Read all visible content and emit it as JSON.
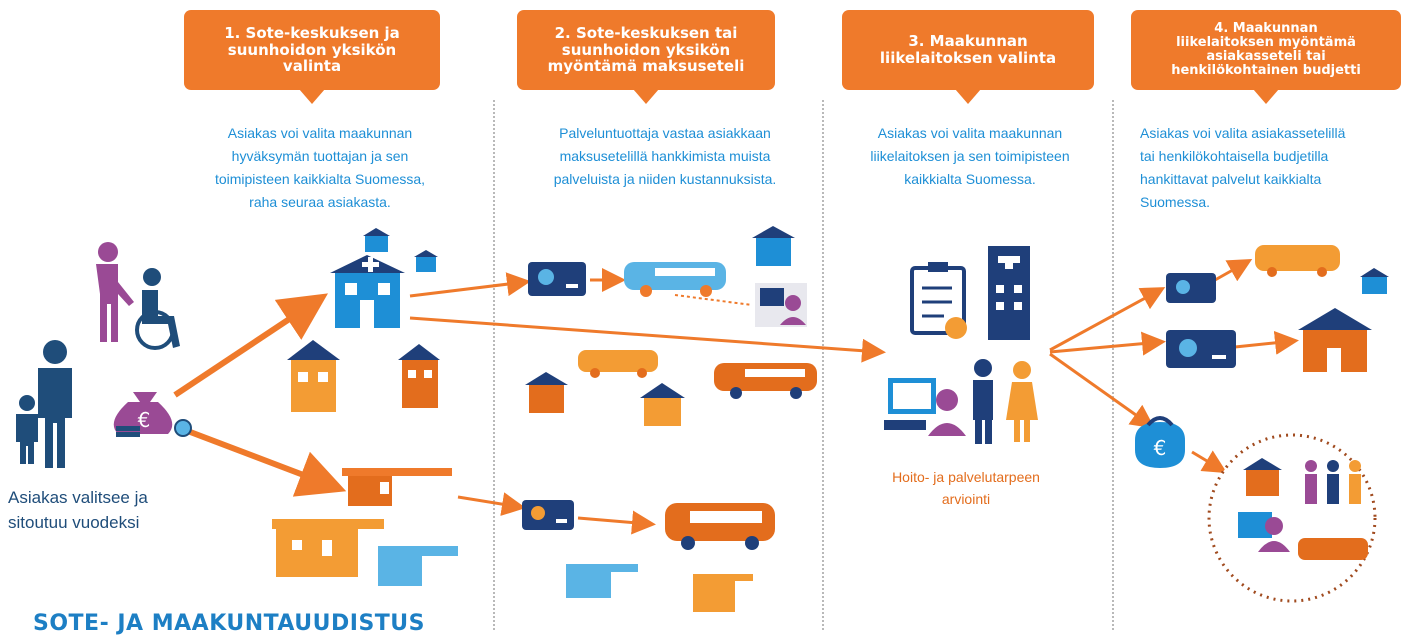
{
  "steps": [
    {
      "lines": [
        "1. Sote-keskuksen ja",
        "suunhoidon yksikön",
        "valinta"
      ]
    },
    {
      "lines": [
        "2. Sote-keskuksen tai",
        "suunhoidon yksikön",
        "myöntämä maksuseteli"
      ]
    },
    {
      "lines": [
        "3. Maakunnan",
        "liikelaitoksen valinta"
      ]
    },
    {
      "lines": [
        "4. Maakunnan",
        "liikelaitoksen myöntämä",
        "asiakasseteli tai",
        "henkilökohtainen budjetti"
      ]
    }
  ],
  "descriptions": [
    {
      "lines": [
        "Asiakas voi valita maakunnan",
        "hyväksymän tuottajan ja sen",
        "toimipisteen kaikkialta Suomessa,",
        "raha seuraa asiakasta."
      ]
    },
    {
      "lines": [
        "Palveluntuottaja vastaa asiakkaan",
        "maksusetelillä hankkimista muista",
        "palveluista ja niiden kustannuksista."
      ]
    },
    {
      "lines": [
        "Asiakas voi valita maakunnan",
        "liikelaitoksen ja sen toimipisteen",
        "kaikkialta Suomessa."
      ]
    },
    {
      "lines": [
        "Asiakas voi valita asiakassetelillä",
        "tai henkilökohtaisella budjetilla",
        "hankittavat palvelut kaikkialta",
        "Suomessa."
      ]
    }
  ],
  "client_label": [
    "Asiakas valitsee ja",
    "sitoutuu vuodeksi"
  ],
  "assessment_label": [
    "Hoito- ja palvelutarpeen",
    "arviointi"
  ],
  "footer": "SOTE- JA MAAKUNTAUUDISTUS",
  "icons": [
    "family-icon",
    "caregiver-wheelchair-icon",
    "money-bag-icon",
    "health-center-icon",
    "dental-unit-icon",
    "voucher-card-icon",
    "bus-icon",
    "remote-care-icon",
    "clipboard-icon",
    "hospital-building-icon",
    "doctor-icon",
    "nurse-icon",
    "purse-icon"
  ],
  "colors": {
    "orange": "#ef7a2b",
    "navy": "#1f3f7a",
    "blue": "#1e8fd6",
    "light_blue": "#5ab4e5",
    "purple": "#9a4a95",
    "text_dark": "#1f4d7a"
  }
}
